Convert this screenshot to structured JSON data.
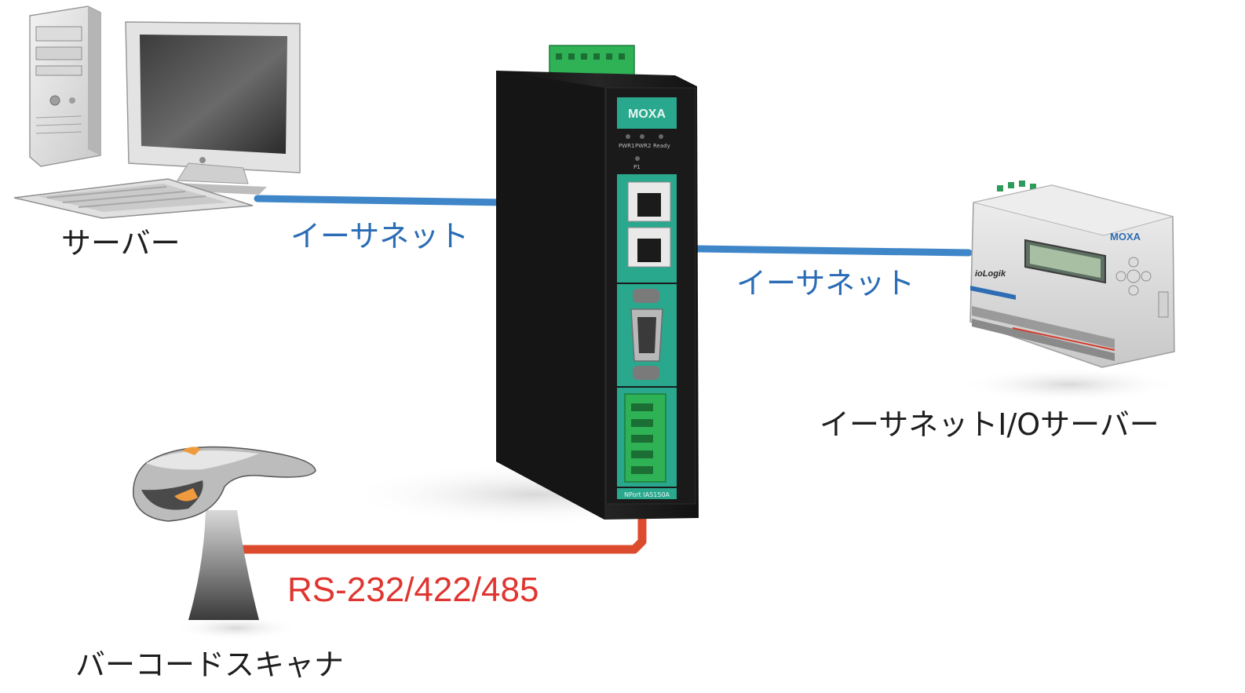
{
  "labels": {
    "server": "サーバー",
    "ethernet_1": "イーサネット",
    "ethernet_2": "イーサネット",
    "io_server": "イーサネットI/Oサーバー",
    "serial": "RS-232/422/485",
    "barcode_scanner": "バーコードスキャナ"
  },
  "device": {
    "brand": "MOXA",
    "led_labels": [
      "PWR1",
      "PWR2",
      "Ready"
    ],
    "port_label": "P1",
    "model": "NPort IA5150A"
  },
  "io_device": {
    "brand": "MOXA",
    "product": "ioLogik"
  },
  "colors": {
    "ethernet_cable": "#3f86c9",
    "ethernet_text": "#2a6cb5",
    "serial_cable": "#dd4b2e",
    "serial_text": "#e03530",
    "device_accent": "#29a88e",
    "terminal_green": "#2fb256"
  }
}
